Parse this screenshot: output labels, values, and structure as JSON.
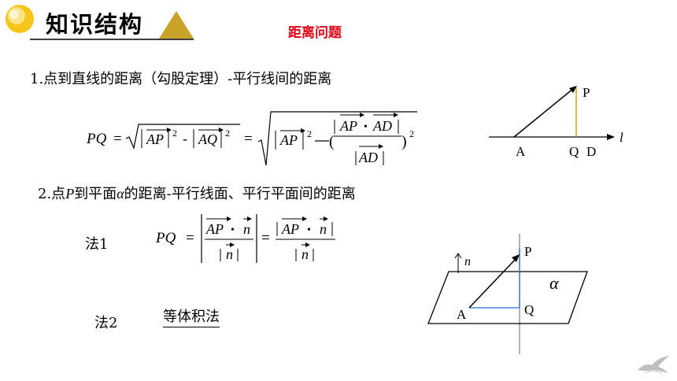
{
  "header": {
    "title": "知识结构",
    "topic": "距离问题"
  },
  "section1": {
    "heading": "1.点到直线的距离（勾股定理）-平行线间的距离",
    "formula": {
      "lhs": "PQ",
      "v_ap": "AP",
      "v_aq": "AQ",
      "v_ad": "AD",
      "exp": "2",
      "minus": "-",
      "equals": "="
    },
    "figure": {
      "P": "P",
      "A": "A",
      "Q": "Q",
      "D": "D",
      "l": "l"
    }
  },
  "section2": {
    "heading_prefix": "2.点",
    "heading_p": "P",
    "heading_mid": "到平面",
    "heading_alpha": "α",
    "heading_suffix": "的距离-平行线面、平行平面间的距离",
    "method1": {
      "label": "法1",
      "lhs": "PQ",
      "v_ap": "AP",
      "v_n": "n",
      "dot": "•",
      "equals": "="
    },
    "method2": {
      "label": "法2",
      "text": "等体积法"
    },
    "figure": {
      "P": "P",
      "A": "A",
      "Q": "Q",
      "n": "n",
      "alpha": "α"
    }
  },
  "colors": {
    "topic_red": "#e60012",
    "header_gold": "#f5c518",
    "triangle_gold": "#c9a227",
    "perp_gold": "#d4a017",
    "figure_blue": "#2a6bd6",
    "axis_gray": "#888888"
  }
}
